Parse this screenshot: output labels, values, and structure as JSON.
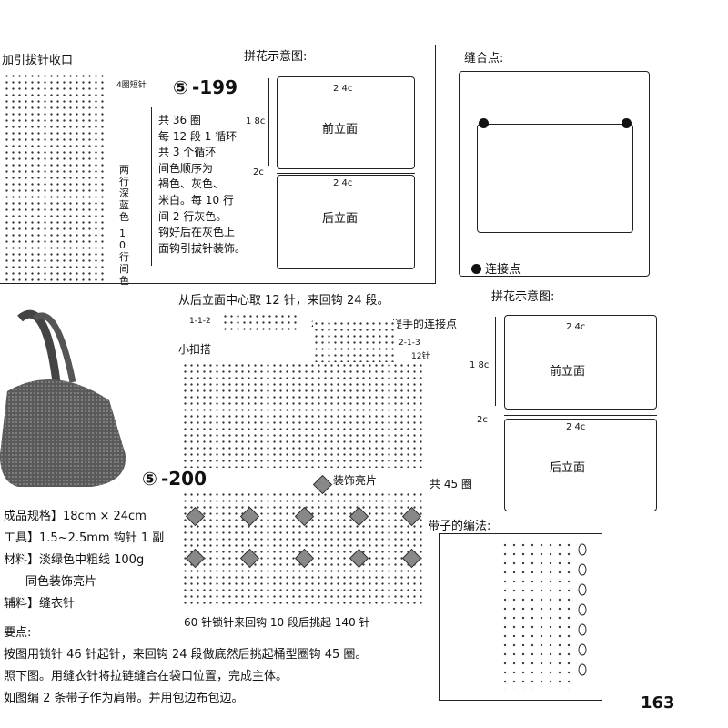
{
  "top_left": {
    "title": "加引拔针收口",
    "label_4rows": "4圈短针",
    "side_note_1": "两行深蓝色",
    "side_note_2": "10行间色"
  },
  "pattern199": {
    "number": "⑤",
    "code": "-199",
    "instructions": [
      "共 36 圈",
      "每 12 段 1 循环",
      "共 3 个循环",
      "间色顺序为",
      "褐色、灰色、",
      "米白。每 10 行",
      "间 2 行灰色。",
      "钩好后在灰色上",
      "面钩引拔针装饰。"
    ]
  },
  "layout1": {
    "title": "拼花示意图:",
    "width_top": "2 4c",
    "height_side": "1 8c",
    "front_label": "前立面",
    "gap_label": "2c",
    "width_bottom": "2 4c",
    "back_label": "后立面"
  },
  "sewing": {
    "title": "缝合点:",
    "legend": "连接点"
  },
  "layout2": {
    "title": "拼花示意图:",
    "width_top": "2 4c",
    "height_side": "1 8c",
    "front_label": "前立面",
    "gap_label": "2c",
    "width_bottom": "2 4c",
    "back_label": "后立面"
  },
  "center_diagram": {
    "top_note": "从后立面中心取 12 针，来回钩 24 段。",
    "mark_left": "1-1-2",
    "mark_mid": "2-1-3",
    "mark_right": "2-1-3",
    "stitch_count": "12针",
    "handle_label": "提手的连接点",
    "button_label": "小扣搭",
    "sequin_label": "装饰亮片",
    "rounds_label": "共 45 圈",
    "bottom_note": "60 针锁针来回钩 10 段后挑起 140 针"
  },
  "pattern200": {
    "number": "⑤",
    "code": "-200"
  },
  "specs": {
    "size": "成品规格】18cm × 24cm",
    "tools": "工具】1.5~2.5mm 钩针 1 副",
    "material": "材料】淡绿色中粗线 100g",
    "material2": "同色装饰亮片",
    "aux": "辅料】缝衣针"
  },
  "strap": {
    "title": "带子的编法:"
  },
  "steps": {
    "head": "要点:",
    "s1": "按图用锁针 46 针起针，来回钩 24 段做底然后挑起桶型圈钩 45 圈。",
    "s2": "照下图。用缝衣针将拉链缝合在袋口位置，完成主体。",
    "s3": "如图编 2 条带子作为肩带。并用包边布包边。"
  },
  "page_number": "163"
}
